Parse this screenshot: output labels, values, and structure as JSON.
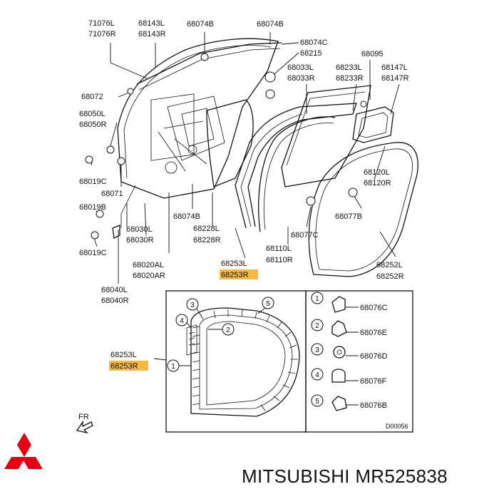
{
  "labels": {
    "p71076L": "71076L",
    "p71076R": "71076R",
    "p68143L": "68143L",
    "p68143R": "68143R",
    "p68074B_top": "68074B",
    "p68074B_top2": "68074B",
    "p68074C": "68074C",
    "p68215": "68215",
    "p68095": "68095",
    "p68033L": "68033L",
    "p68033R": "68033R",
    "p68233L": "68233L",
    "p68233R": "68233R",
    "p68147L": "68147L",
    "p68147R": "68147R",
    "p68072": "68072",
    "p68050L": "68050L",
    "p68050R": "68050R",
    "p68019C_a": "68019C",
    "p68071": "68071",
    "p68019B": "68019B",
    "p68019C_b": "68019C",
    "p68030L": "68030L",
    "p68030R": "68030R",
    "p68020AL": "68020AL",
    "p68020AR": "68020AR",
    "p68040L": "68040L",
    "p68040R": "68040R",
    "p68074B_mid": "68074B",
    "p68228L": "68228L",
    "p68228R": "68228R",
    "p68253L_mid": "68253L",
    "p68253R_mid": "68253R",
    "p68110L": "68110L",
    "p68110R": "68110R",
    "p68077C": "68077C",
    "p68077B": "68077B",
    "p68120L": "68120L",
    "p68120R": "68120R",
    "p68252L": "68252L",
    "p68252R": "68252R",
    "p68253L_box": "68253L",
    "p68253R_box": "68253R",
    "p68076C": "68076C",
    "p68076E": "68076E",
    "p68076D": "68076D",
    "p68076F": "68076F",
    "p68076B": "68076B",
    "fr": "FR",
    "drawing_code": "D00056"
  },
  "callouts": [
    "1",
    "2",
    "3",
    "4",
    "5"
  ],
  "clip_key": [
    "1",
    "2",
    "3",
    "4",
    "5"
  ],
  "brand": {
    "caption": "MITSUBISHI MR525838",
    "logo_color": "#e60012"
  },
  "colors": {
    "highlight": "#f5b840",
    "ink": "#111111"
  }
}
